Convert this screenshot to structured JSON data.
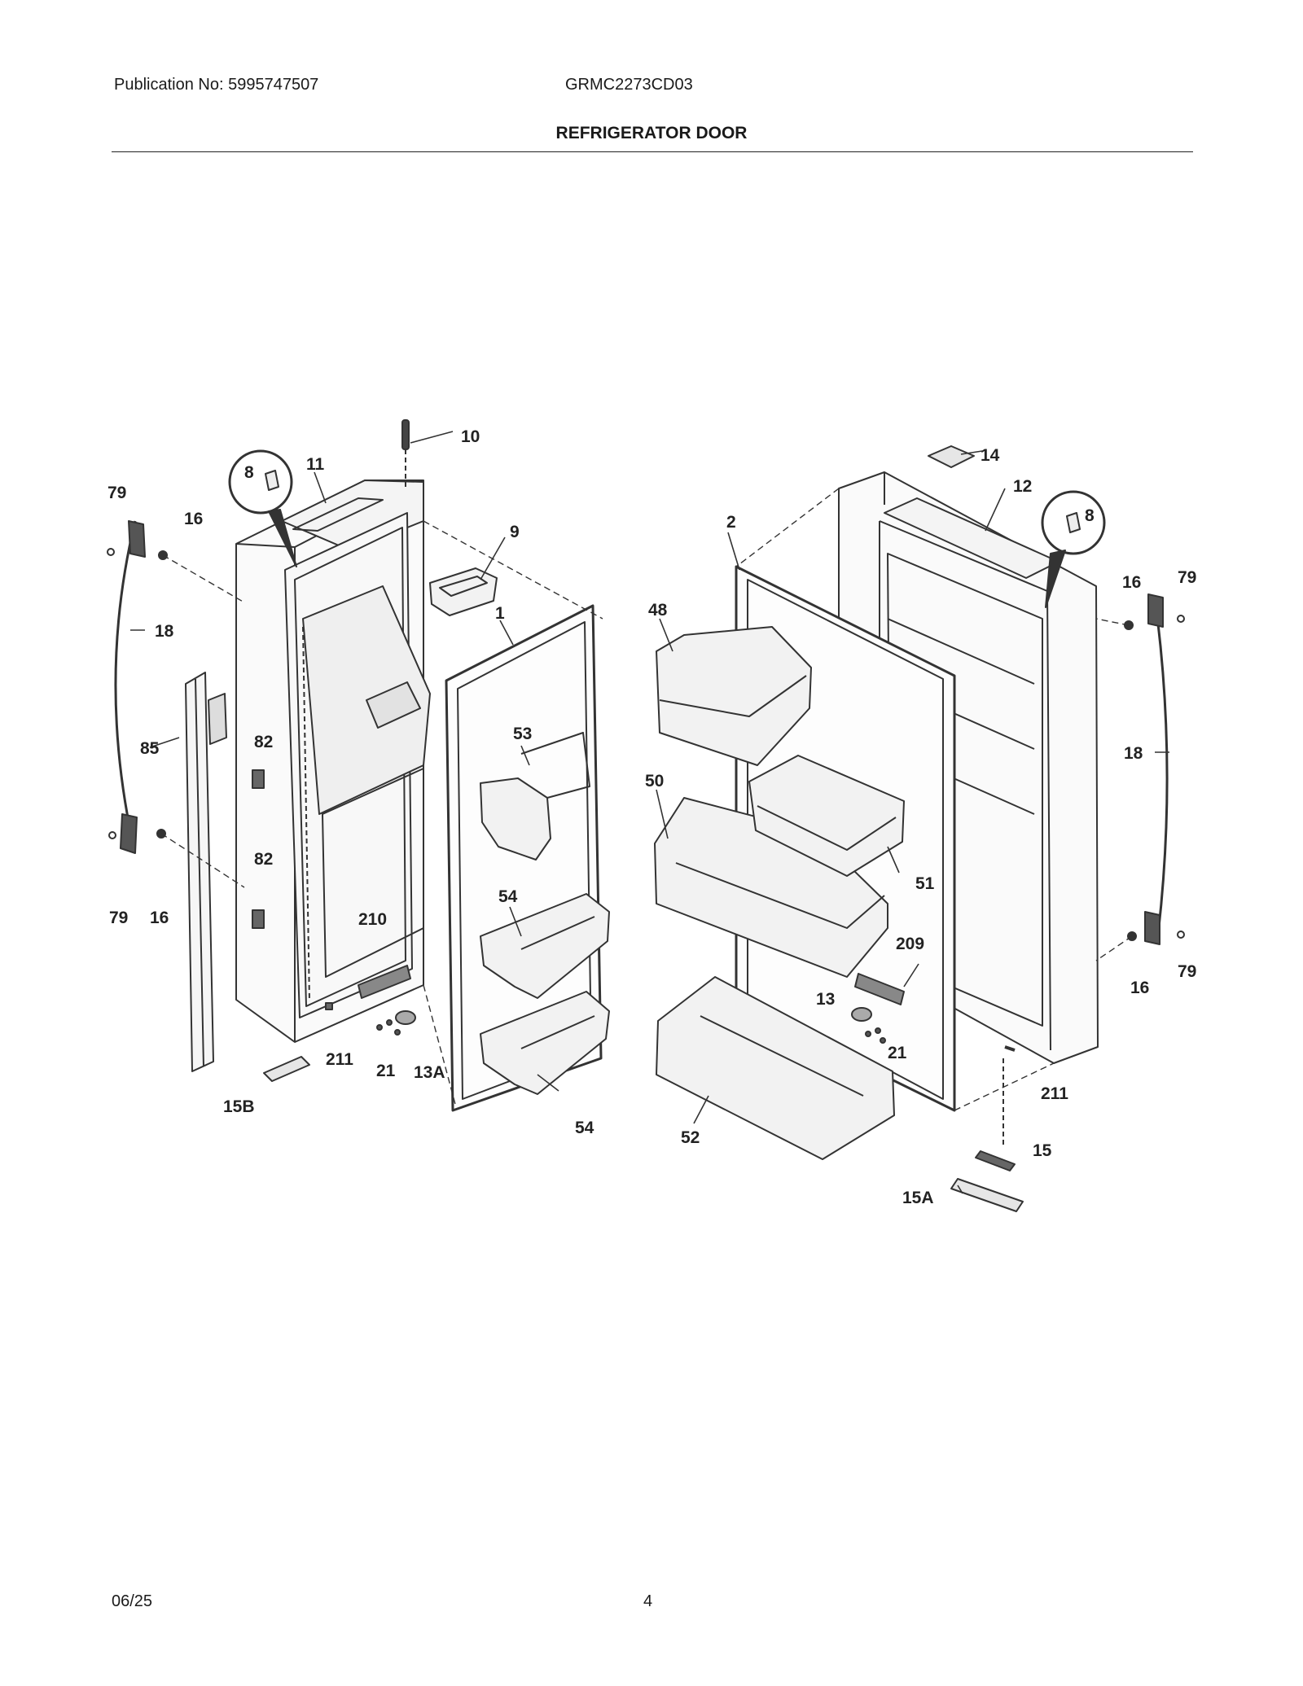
{
  "header": {
    "publication": "Publication No: 5995747507",
    "model": "GRMC2273CD03",
    "title": "REFRIGERATOR DOOR"
  },
  "footer": {
    "date": "06/25",
    "page": "4"
  },
  "callouts": {
    "c10": "10",
    "c11": "11",
    "c8a": "8",
    "c79a": "79",
    "c16a": "16",
    "c18a": "18",
    "c85": "85",
    "c82a": "82",
    "c82b": "82",
    "c79b": "79",
    "c16b": "16",
    "c9": "9",
    "c1": "1",
    "c53": "53",
    "c54a": "54",
    "c54b": "54",
    "c210": "210",
    "c211a": "211",
    "c21a": "21",
    "c13A": "13A",
    "c15B": "15B",
    "c14": "14",
    "c12": "12",
    "c8b": "8",
    "c2": "2",
    "c48": "48",
    "c50": "50",
    "c51": "51",
    "c52": "52",
    "c209": "209",
    "c13": "13",
    "c21b": "21",
    "c211b": "211",
    "c15": "15",
    "c15A": "15A",
    "c16c": "16",
    "c79c": "79",
    "c18b": "18",
    "c16d": "16",
    "c79d": "79"
  }
}
